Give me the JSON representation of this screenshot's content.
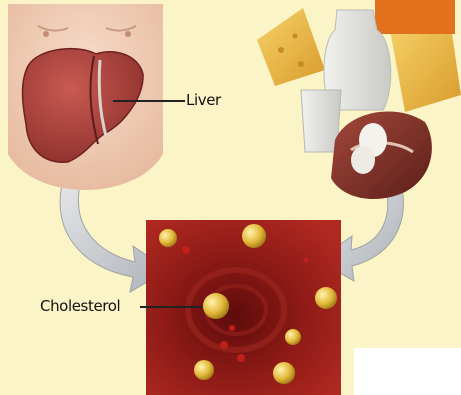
{
  "labels": {
    "liver": "Liver",
    "cholesterol": "Cholesterol"
  },
  "colors": {
    "background": "#fbf4c6",
    "liver": "#a8433e",
    "skin": "#f0c9b0",
    "vessel": "#8e1a16",
    "droplet": "#e2b93a",
    "arrow": "#c9ccd0"
  },
  "icons": {
    "liver_panel": "liver-torso-illustration",
    "food_panel": "dairy-meat-food-photo",
    "vessel_panel": "blood-vessel-cholesterol-illustration",
    "arrows": "curved-arrow-icon"
  }
}
